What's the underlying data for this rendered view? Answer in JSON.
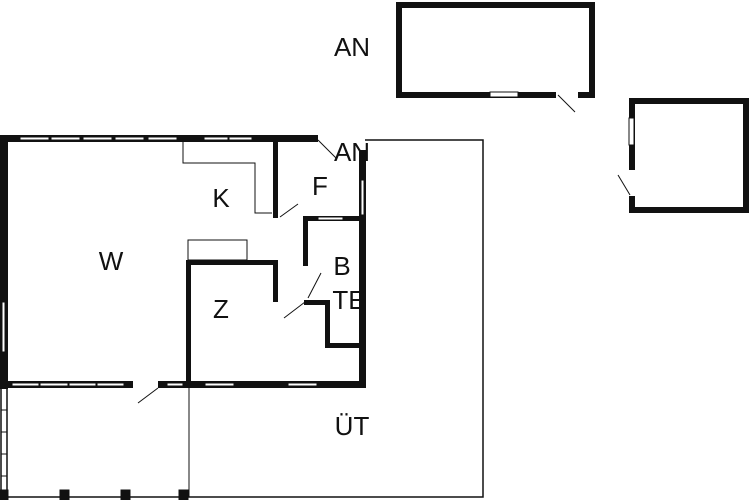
{
  "plan": {
    "rooms": [
      {
        "id": "an-top",
        "label": "AN"
      },
      {
        "id": "an-main",
        "label": "AN"
      },
      {
        "id": "k",
        "label": "K"
      },
      {
        "id": "f",
        "label": "F"
      },
      {
        "id": "w",
        "label": "W"
      },
      {
        "id": "b",
        "label": "B"
      },
      {
        "id": "te",
        "label": "TE"
      },
      {
        "id": "z",
        "label": "Z"
      },
      {
        "id": "ut",
        "label": "ÜT"
      }
    ],
    "colors": {
      "wall": "#111111",
      "background": "#ffffff",
      "window": "#ffffff"
    }
  }
}
